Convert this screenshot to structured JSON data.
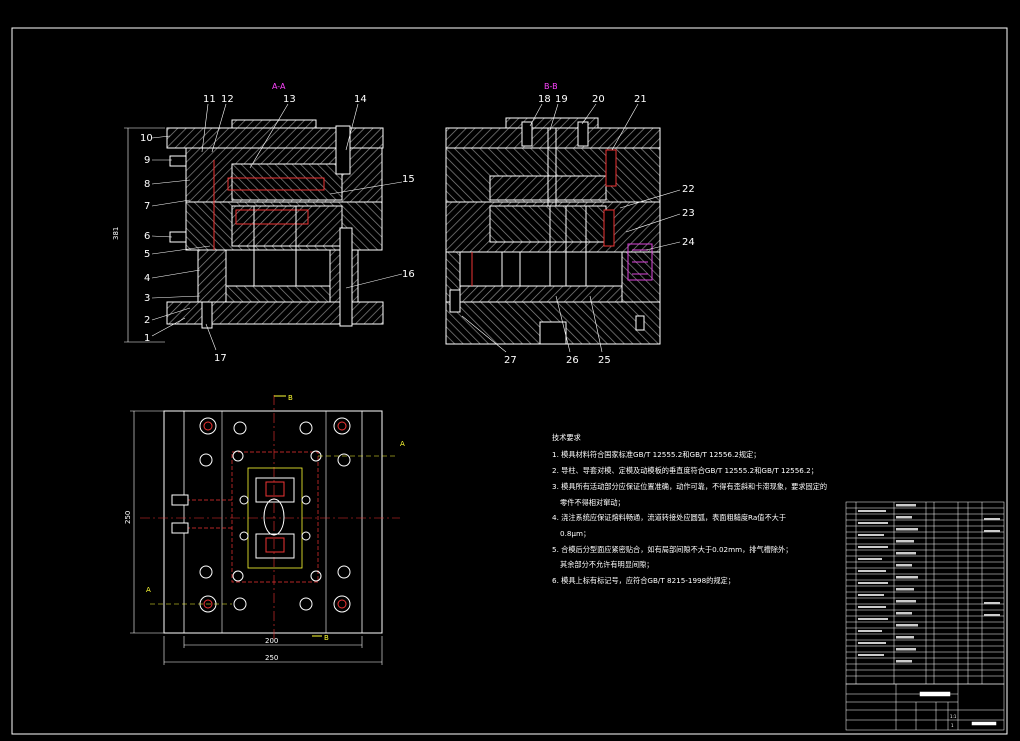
{
  "sections": {
    "aa": "A-A",
    "bb": "B-B"
  },
  "part_labels": [
    "1",
    "2",
    "3",
    "4",
    "5",
    "6",
    "7",
    "8",
    "9",
    "10",
    "11",
    "12",
    "13",
    "14",
    "15",
    "16",
    "17",
    "18",
    "19",
    "20",
    "21",
    "22",
    "23",
    "24",
    "25",
    "26",
    "27"
  ],
  "dimensions": {
    "height": "381",
    "plan_height": "250",
    "plan_inner_width": "200",
    "plan_width": "250"
  },
  "cut_marks": {
    "a": "A",
    "b": "B"
  },
  "notes": {
    "title": "技术要求",
    "lines": [
      "1. 模具材料符合国家标准GB/T 12555.2和GB/T 12556.2规定；",
      "2. 导柱、导套对模、定模及动模板的垂直度符合GB/T 12555.2和GB/T 12556.2；",
      "3. 模具所有活动部分应保证位置准确，动作可靠，不得有歪斜和卡滞现象，要求固定的",
      "零件不得相对窜动；",
      "4. 浇注系统应保证熔料畅通，流道转接处应圆弧，表面粗糙度Ra值不大于",
      "0.8μm；",
      "5. 合模后分型面应紧密贴合，如有局部间隙不大于0.02mm，排气槽除外；",
      "其余部分不允许有明显间隙；",
      "6. 模具上标有标记号，应符合GB/T 8215-1998的规定；"
    ]
  },
  "title_block": {
    "scale": "1:1",
    "sheet": "1"
  }
}
